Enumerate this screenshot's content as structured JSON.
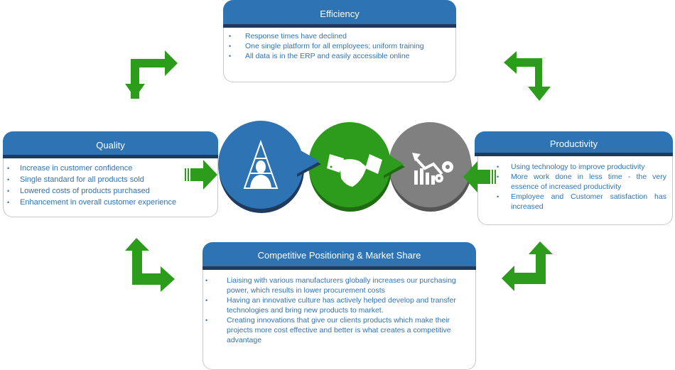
{
  "diagram": {
    "colors": {
      "header_blue": "#2e74b5",
      "header_band": "#1f3a5c",
      "text_blue": "#2e74b5",
      "arrow_green": "#2d9c1c",
      "circle_blue": "#2e74b5",
      "circle_green": "#2d9c1c",
      "circle_gray": "#808080"
    },
    "efficiency": {
      "title": "Efficiency",
      "items": [
        "Response times have declined",
        "One single platform for all employees; uniform training",
        "All data is in the ERP and easily accessible online"
      ]
    },
    "quality": {
      "title": "Quality",
      "items": [
        "Increase in customer confidence",
        "Single standard for all products sold",
        "Lowered  costs of products purchased",
        "Enhancement  in overall customer experience"
      ]
    },
    "productivity": {
      "title": "Productivity",
      "items": [
        "Using technology to improve productivity",
        "More work done in less time - the very essence of increased productivity",
        "Employee and Customer satisfaction has increased"
      ]
    },
    "competitive": {
      "title": "Competitive Positioning & Market Share",
      "items": [
        "Liaising with various manufacturers globally increases our purchasing power, which results in lower procurement costs",
        "Having an innovative culture has actively helped develop and transfer technologies and bring new products to market.",
        "Creating innovations that give our clients products which make their projects more cost effective and better is what creates a competitive advantage"
      ]
    },
    "bullet": "•",
    "icons": [
      "pyramid-person-icon",
      "handshake-icon",
      "growth-chart-gears-icon"
    ]
  }
}
